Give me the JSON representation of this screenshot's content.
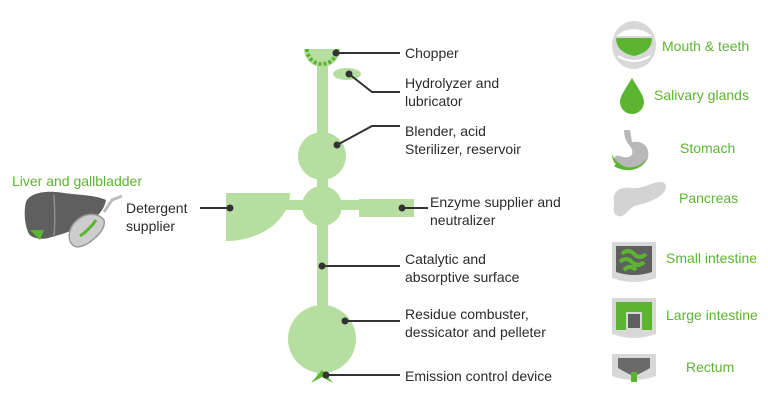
{
  "colors": {
    "accent": "#5cb531",
    "schematic_fill": "#b5dea0",
    "line": "#333333",
    "organ_gray": "#9a9a9a",
    "organ_dark": "#5f5f5f"
  },
  "liver_label": "Liver and gallbladder",
  "functions": [
    {
      "line1": "Chopper",
      "line2": ""
    },
    {
      "line1": "Hydrolyzer and",
      "line2": "lubricator"
    },
    {
      "line1": "Blender, acid",
      "line2": "Sterilizer, reservoir"
    },
    {
      "line1": "Detergent",
      "line2": "supplier"
    },
    {
      "line1": "Enzyme supplier and",
      "line2": "neutralizer"
    },
    {
      "line1": "Catalytic and",
      "line2": "absorptive surface"
    },
    {
      "line1": "Residue combuster,",
      "line2": "dessicator and pelleter"
    },
    {
      "line1": "Emission control device",
      "line2": ""
    }
  ],
  "organs": [
    {
      "label": "Mouth & teeth",
      "icon": "mouth-icon"
    },
    {
      "label": "Salivary glands",
      "icon": "salivary-drop-icon"
    },
    {
      "label": "Stomach",
      "icon": "stomach-icon"
    },
    {
      "label": "Pancreas",
      "icon": "pancreas-icon"
    },
    {
      "label": "Small intestine",
      "icon": "small-intestine-icon"
    },
    {
      "label": "Large intestine",
      "icon": "large-intestine-icon"
    },
    {
      "label": "Rectum",
      "icon": "rectum-icon"
    }
  ]
}
